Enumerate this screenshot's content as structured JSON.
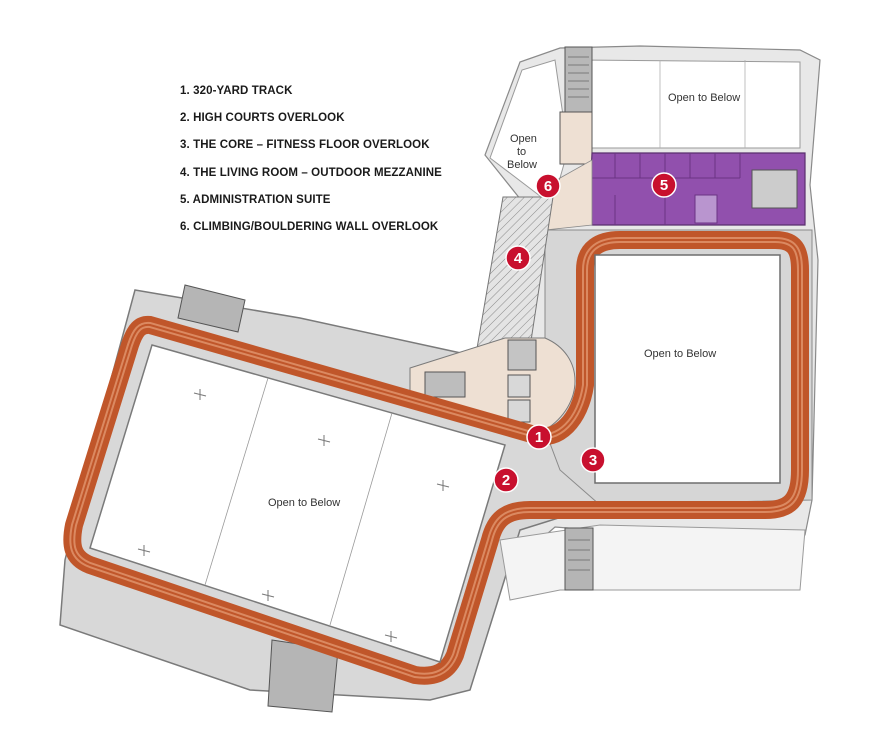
{
  "legend": [
    {
      "num": "1.",
      "text": "320-YARD TRACK"
    },
    {
      "num": "2.",
      "text": "HIGH COURTS  OVERLOOK"
    },
    {
      "num": "3.",
      "text": "THE CORE – FITNESS FLOOR OVERLOOK"
    },
    {
      "num": "4.",
      "text": "THE LIVING ROOM – OUTDOOR MEZZANINE"
    },
    {
      "num": "5.",
      "text": "ADMINISTRATION SUITE"
    },
    {
      "num": "6.",
      "text": "CLIMBING/BOULDERING WALL OVERLOOK"
    }
  ],
  "areas": {
    "courts": "Open to Below",
    "core": "Open to Below",
    "top": "Open to Below",
    "small_line1": "Open",
    "small_line2": "to",
    "small_line3": "Below"
  },
  "markers": [
    "1",
    "2",
    "3",
    "4",
    "5",
    "6"
  ],
  "colors": {
    "track": "#c0562a",
    "track_lane": "#f0b48e",
    "floor": "#d6d6d6",
    "admin": "#9150ad",
    "lounge": "#eee0d3",
    "marker": "#c8102e",
    "wall": "#6e6e6e"
  }
}
